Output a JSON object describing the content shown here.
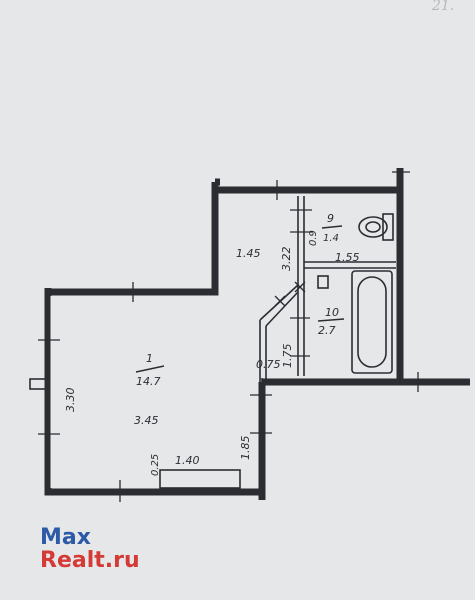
{
  "corner_note": "21.",
  "rooms": {
    "room1": {
      "number": "1",
      "area": "14.7"
    },
    "room9": {
      "number": "9",
      "area": "1.4"
    },
    "room10": {
      "number": "10",
      "area": "2.7"
    }
  },
  "dimensions": {
    "d_3_45": "3.45",
    "d_3_30": "3.30",
    "d_1_45": "1.45",
    "d_3_22": "3.22",
    "d_0_9": "0.9",
    "d_1_55": "1.55",
    "d_1_75": "1.75",
    "d_0_75": "0.75",
    "d_1_85": "1.85",
    "d_1_40": "1.40",
    "d_0_25": "0.25"
  },
  "watermark": {
    "line1": "Max",
    "line2": "Realt.ru"
  }
}
